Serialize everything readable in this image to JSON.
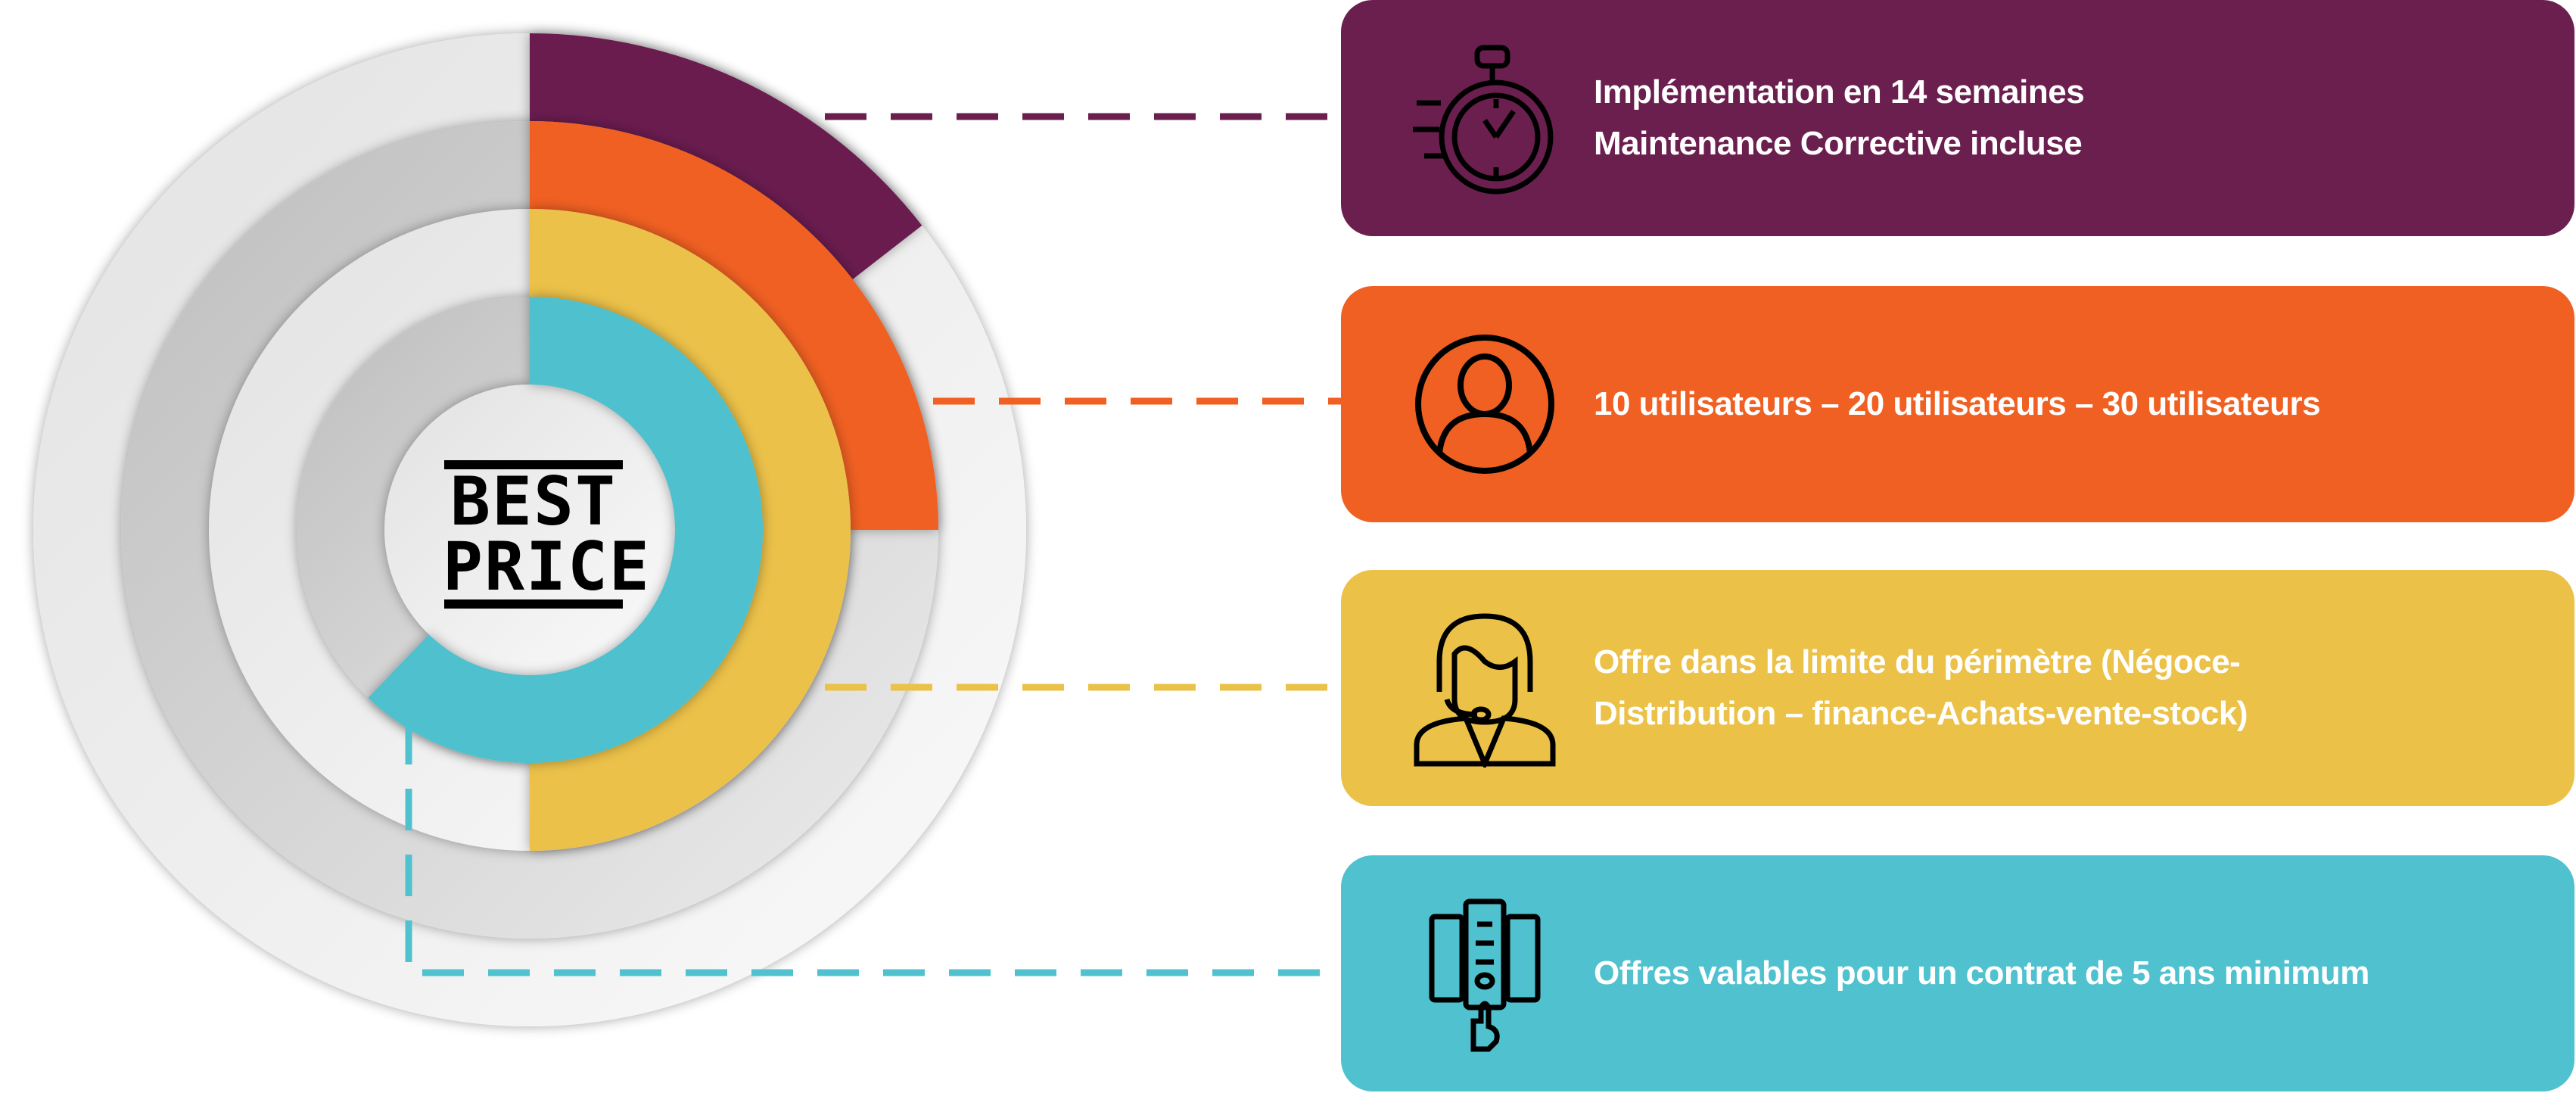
{
  "colors": {
    "purple": "#6B1F4F",
    "orange": "#F06022",
    "yellow": "#EBC148",
    "teal": "#50C1CE"
  },
  "center_logo": {
    "line1": "BEST",
    "line2": "PRICE"
  },
  "rings": [
    {
      "name": "purple",
      "color": "#6B1F4F",
      "fraction": 0.145
    },
    {
      "name": "orange",
      "color": "#F06022",
      "fraction": 0.25
    },
    {
      "name": "yellow",
      "color": "#EBC148",
      "fraction": 0.5
    },
    {
      "name": "teal",
      "color": "#50C1CE",
      "fraction": 0.622
    }
  ],
  "cards": [
    {
      "icon": "stopwatch-icon",
      "color": "#6B1F4F",
      "lines": [
        "Implémentation en 14 semaines",
        "Maintenance Corrective incluse"
      ]
    },
    {
      "icon": "user-icon",
      "color": "#F06022",
      "lines": [
        "10 utilisateurs – 20 utilisateurs – 30 utilisateurs"
      ]
    },
    {
      "icon": "support-agent-icon",
      "color": "#EBC148",
      "lines": [
        "Offre dans la limite du périmètre (Négoce-",
        "Distribution – finance-Achats-vente-stock)"
      ]
    },
    {
      "icon": "servers-touch-icon",
      "color": "#50C1CE",
      "lines": [
        "Offres valables pour un contrat de 5 ans minimum"
      ]
    }
  ]
}
